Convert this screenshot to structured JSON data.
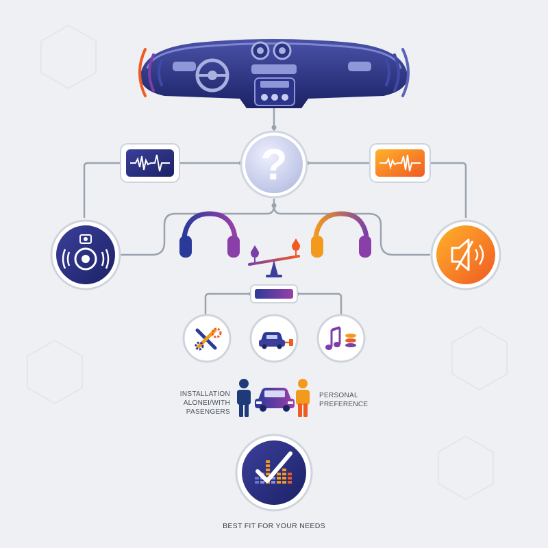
{
  "labels": {
    "installation": [
      "INSTALLATION",
      "ALONEI/WITH",
      "PASENGERS"
    ],
    "preference": [
      "PERSONAL",
      "PREFERENCE"
    ],
    "result": "BEST FIT FOR YOUR NEEDS",
    "question_mark": "?"
  },
  "colors": {
    "navy": "#1e2a78",
    "indigo": "#3b3f9a",
    "purple": "#7b3fa8",
    "orange": "#f39a1d",
    "orange_red": "#f05a23",
    "connector": "#9aa3ad",
    "background": "#eef0f3"
  },
  "icons": {
    "top": "car-dashboard-icon",
    "center": "question-mark-icon",
    "left_wave": "sound-wave-icon",
    "right_wave": "sound-wave-icon",
    "left_circle": "speaker-icon",
    "right_circle": "speaker-mute-icon",
    "left_headphones": "headphones-icon",
    "right_headphones": "headphones-icon",
    "balance": "balance-scale-icon",
    "factor_1": "tools-gears-icon",
    "factor_2": "car-plug-icon",
    "factor_3": "music-stack-icon",
    "people": "people-car-icon",
    "result": "equalizer-check-icon"
  }
}
